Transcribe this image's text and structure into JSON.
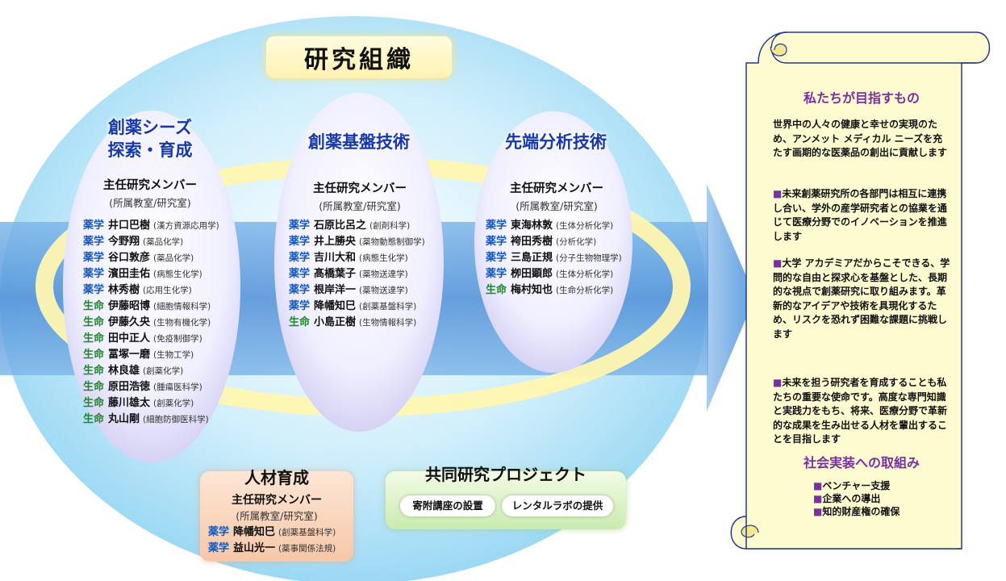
{
  "title": "研究組織",
  "columns": [
    {
      "heading": [
        "創薬シーズ",
        "探索・育成"
      ],
      "sub1": "主任研究メンバー",
      "sub2": "(所属教室/研究室)",
      "members": [
        {
          "dept": "薬学",
          "name": "井口巴樹",
          "aff": "(漢方資源応用学)"
        },
        {
          "dept": "薬学",
          "name": "今野翔",
          "aff": "(薬品化学)"
        },
        {
          "dept": "薬学",
          "name": "谷口敦彦",
          "aff": "(薬品化学)"
        },
        {
          "dept": "薬学",
          "name": "濱田圭佑",
          "aff": "(病態生化学)"
        },
        {
          "dept": "薬学",
          "name": "林秀樹",
          "aff": "(応用生化学)"
        },
        {
          "dept": "生命",
          "name": "伊藤昭博",
          "aff": "(細胞情報科学)"
        },
        {
          "dept": "生命",
          "name": "伊藤久央",
          "aff": "(生物有機化学)"
        },
        {
          "dept": "生命",
          "name": "田中正人",
          "aff": "(免疫制御学)"
        },
        {
          "dept": "生命",
          "name": "冨塚一磨",
          "aff": "(生物工学)"
        },
        {
          "dept": "生命",
          "name": "林良雄",
          "aff": "(創薬化学)"
        },
        {
          "dept": "生命",
          "name": "原田浩徳",
          "aff": "(腫瘍医科学)"
        },
        {
          "dept": "生命",
          "name": "藤川雄太",
          "aff": "(創薬化学)"
        },
        {
          "dept": "生命",
          "name": "丸山剛",
          "aff": "(細胞防御医科学)"
        }
      ]
    },
    {
      "heading": [
        "創薬基盤技術"
      ],
      "sub1": "主任研究メンバー",
      "sub2": "(所属教室/研究室)",
      "members": [
        {
          "dept": "薬学",
          "name": "石原比呂之",
          "aff": "(創剤科学)"
        },
        {
          "dept": "薬学",
          "name": "井上勝央",
          "aff": "(薬物動態制御学)"
        },
        {
          "dept": "薬学",
          "name": "吉川大和",
          "aff": "(病態生化学)"
        },
        {
          "dept": "薬学",
          "name": "髙橋葉子",
          "aff": "(薬物送達学)"
        },
        {
          "dept": "薬学",
          "name": "根岸洋一",
          "aff": "(薬物送達学)"
        },
        {
          "dept": "薬学",
          "name": "降幡知巳",
          "aff": "(創薬基盤科学)"
        },
        {
          "dept": "生命",
          "name": "小島正樹",
          "aff": "(生物情報科学)"
        }
      ]
    },
    {
      "heading": [
        "先端分析技術"
      ],
      "sub1": "主任研究メンバー",
      "sub2": "(所属教室/研究室)",
      "members": [
        {
          "dept": "薬学",
          "name": "東海林敦",
          "aff": "(生体分析化学)"
        },
        {
          "dept": "薬学",
          "name": "袴田秀樹",
          "aff": "(分析化学)"
        },
        {
          "dept": "薬学",
          "name": "三島正規",
          "aff": "(分子生物物理学)"
        },
        {
          "dept": "薬学",
          "name": "栁田顕郎",
          "aff": "(生体分析化学)"
        },
        {
          "dept": "生命",
          "name": "梅村知也",
          "aff": "(生命分析化学)"
        }
      ]
    }
  ],
  "hr": {
    "heading": "人材育成",
    "sub1": "主任研究メンバー",
    "sub2": "(所属教室/研究室)",
    "members": [
      {
        "dept": "薬学",
        "name": "降幡知巳",
        "aff": "(創薬基盤科学)"
      },
      {
        "dept": "薬学",
        "name": "益山光一",
        "aff": "(薬事関係法規)"
      }
    ]
  },
  "project": {
    "heading": "共同研究プロジェクト",
    "items": [
      "寄附講座の設置",
      "レンタルラボの提供"
    ]
  },
  "scroll": {
    "heading1": "私たちが目指すもの",
    "p1": "世界中の人々の健康と幸せの実現のため、アンメット メディカル ニーズを充たす画期的な医薬品の創出に貢献します",
    "bullet_mark": "■",
    "p2": "未来創薬研究所の各部門は相互に連携し合い、学外の産学研究者との協業を通じて医療分野でのイノベーションを推進します",
    "p3": "大学 アカデミアだからこそできる、学問的な自由と探求心を基盤とした、長期的な視点で創薬研究に取り組みます。革新的なアイデアや技術を具現化するため、リスクを恐れず困難な課題に挑戦します",
    "p4": "未来を担う研究者を育成することも私たちの重要な使命です。高度な専門知識と実践力をもち、将来、医療分野で革新的な成果を生み出せる人材を輩出することを目指します",
    "heading2": "社会実装への取組み",
    "items": [
      "ベンチャー支援",
      "企業への導出",
      "知的財産権の確保"
    ]
  },
  "colors": {
    "heading_blue": "#1638a8",
    "dept_yakugaku": "#1a58b8",
    "dept_seimei": "#1e8a2a",
    "scroll_purple": "#7a2fa0",
    "scroll_fill": "#fffbd0"
  }
}
